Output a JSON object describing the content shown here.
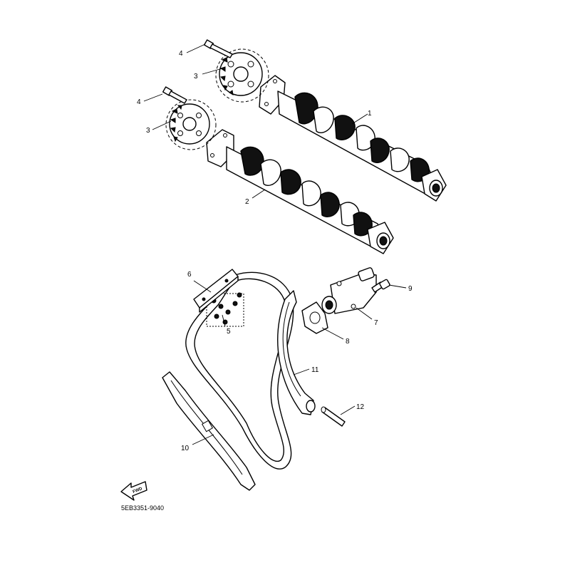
{
  "part_code": "5EB3351-9040",
  "fwd_label": "FWD",
  "callouts": {
    "n1": "1",
    "n2": "2",
    "n3a": "3",
    "n3b": "3",
    "n4a": "4",
    "n4b": "4",
    "n5": "5",
    "n6": "6",
    "n7": "7",
    "n8": "8",
    "n9": "9",
    "n10": "10",
    "n11": "11",
    "n12": "12"
  }
}
